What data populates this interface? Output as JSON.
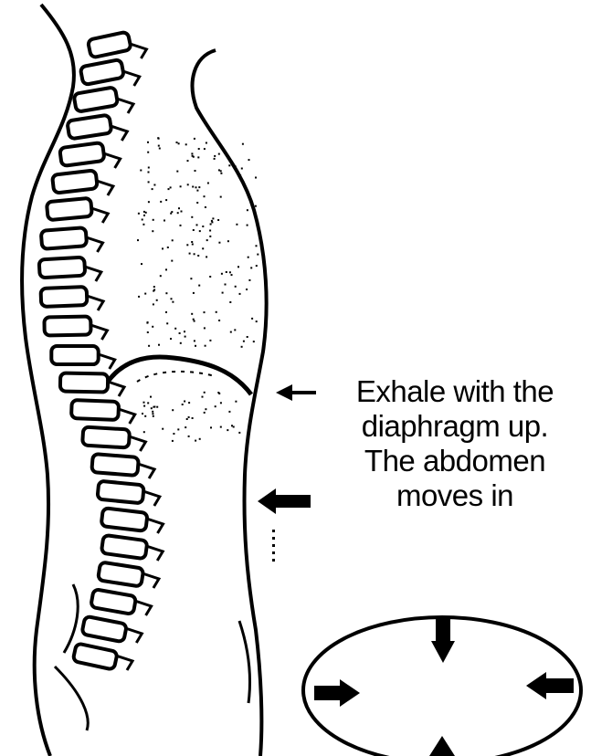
{
  "caption": {
    "lines": [
      "Exhale with the",
      "diaphragm up.",
      "The abdomen",
      "moves in"
    ]
  },
  "colors": {
    "ink": "#000000",
    "background": "#ffffff"
  },
  "icons": [
    "arrow-left-icon",
    "arrow-down-icon",
    "arrow-right-icon",
    "arrow-up-icon"
  ]
}
